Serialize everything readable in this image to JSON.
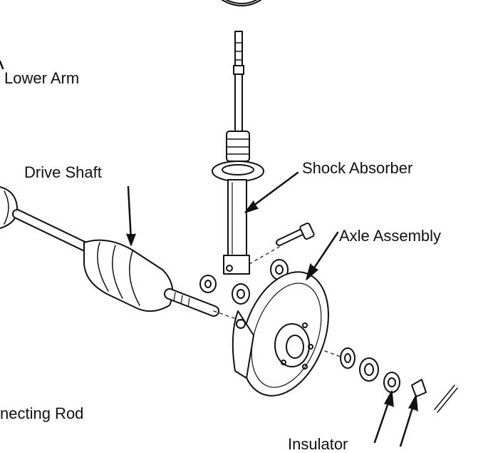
{
  "labels": {
    "lower_arm": "Lower Arm",
    "drive_shaft": "Drive Shaft",
    "shock_absorber": "Shock Absorber",
    "axle_assembly": "Axle Assembly",
    "connecting_rod": "necting Rod",
    "insulator": "Insulator"
  },
  "colors": {
    "ink": "#111111",
    "paper": "#ffffff"
  }
}
